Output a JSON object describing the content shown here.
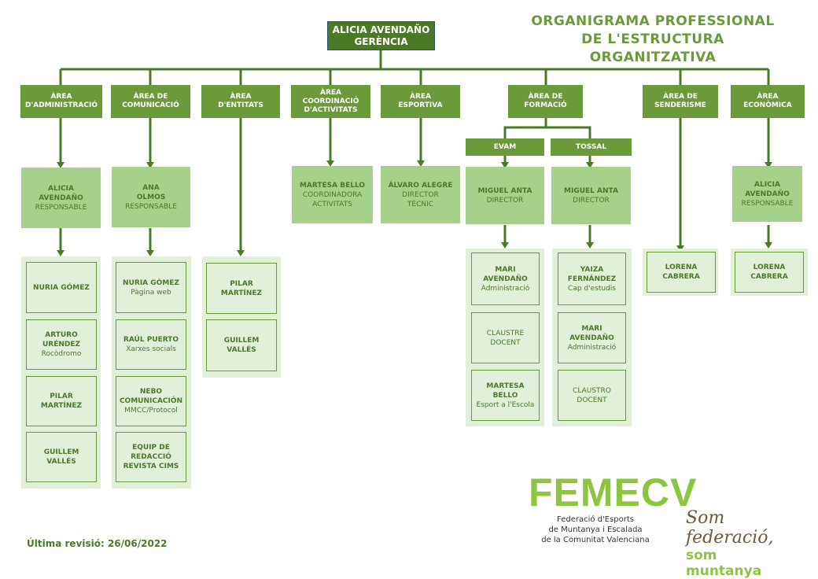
{
  "title": {
    "line1": "ORGANIGRAMA PROFESSIONAL",
    "line2": "DE L'ESTRUCTURA ORGANITZATIVA"
  },
  "top": {
    "name": "ALICIA AVENDAÑO",
    "role": "GERÈNCIA"
  },
  "areas": [
    {
      "l1": "ÀREA",
      "l2": "D'ADMINISTRACIÓ",
      "l3": ""
    },
    {
      "l1": "ÀREA DE",
      "l2": "COMUNICACIÓ",
      "l3": ""
    },
    {
      "l1": "ÀREA",
      "l2": "D'ENTITATS",
      "l3": ""
    },
    {
      "l1": "ÀREA",
      "l2": "COORDINACIÓ",
      "l3": "D'ACTIVITATS"
    },
    {
      "l1": "ÀREA",
      "l2": "ESPORTIVA",
      "l3": ""
    },
    {
      "l1": "ÀREA DE",
      "l2": "FORMACIÓ",
      "l3": ""
    },
    {
      "l1": "ÀREA DE",
      "l2": "SENDERISME",
      "l3": ""
    },
    {
      "l1": "ÀREA",
      "l2": "ECONÒMICA",
      "l3": ""
    }
  ],
  "subareas": {
    "evam": "EVAM",
    "tossal": "TOSSAL"
  },
  "responsibles": [
    {
      "n1": "ALICIA",
      "n2": "AVENDAÑO",
      "r1": "RESPONSABLE",
      "r2": ""
    },
    {
      "n1": "ANA",
      "n2": "OLMOS",
      "r1": "RESPONSABLE",
      "r2": ""
    },
    {
      "n1": "MARTESA BELLO",
      "n2": "",
      "r1": "COORDINADORA",
      "r2": "ACTIVITATS"
    },
    {
      "n1": "ÁLVARO ALEGRE",
      "n2": "",
      "r1": "DIRECTOR",
      "r2": "TÈCNIC"
    },
    {
      "n1": "MIGUEL ANTA",
      "n2": "",
      "r1": "DIRECTOR",
      "r2": ""
    },
    {
      "n1": "MIGUEL ANTA",
      "n2": "",
      "r1": "DIRECTOR",
      "r2": ""
    },
    {
      "n1": "ALICIA",
      "n2": "AVENDAÑO",
      "r1": "RESPONSABLE",
      "r2": ""
    }
  ],
  "staff": {
    "admin": [
      {
        "n1": "NURIA GÓMEZ",
        "n2": "",
        "r": ""
      },
      {
        "n1": "ARTURO",
        "n2": "URÉNDEZ",
        "r": "Rocòdromo"
      },
      {
        "n1": "PILAR MARTÍNEZ",
        "n2": "",
        "r": ""
      },
      {
        "n1": "GUILLEM",
        "n2": "VALLÉS",
        "r": ""
      }
    ],
    "comunicacio": [
      {
        "n1": "NURIA GÓMEZ",
        "n2": "",
        "r": "Pàgina web"
      },
      {
        "n1": "RAÚL PUERTO",
        "n2": "",
        "r": "Xarxes socials"
      },
      {
        "n1": "NEBO",
        "n2": "COMUNICACIÓN",
        "r": "MMCC/Protocol"
      },
      {
        "n1": "EQUIP DE",
        "n2": "REDACCIÓ",
        "r": "REVISTA CIMS"
      }
    ],
    "entitats": [
      {
        "n1": "PILAR MARTÍNEZ",
        "n2": "",
        "r": ""
      },
      {
        "n1": "GUILLEM VALLÉS",
        "n2": "",
        "r": ""
      }
    ],
    "evam": [
      {
        "n1": "MARI",
        "n2": "AVENDAÑO",
        "r": "Administració",
        "plain": false
      },
      {
        "n1": "CLAUSTRE",
        "n2": "DOCENT",
        "r": "",
        "plain": true
      },
      {
        "n1": "MARTESA BELLO",
        "n2": "",
        "r": "Esport a l'Escola",
        "plain": false
      }
    ],
    "tossal": [
      {
        "n1": "YAIZA",
        "n2": "FERNÁNDEZ",
        "r": "Cap d'estudis",
        "plain": false
      },
      {
        "n1": "MARI",
        "n2": "AVENDAÑO",
        "r": "Administració",
        "plain": false
      },
      {
        "n1": "CLAUSTRO",
        "n2": "DOCENT",
        "r": "",
        "plain": true
      }
    ],
    "senderisme": [
      {
        "n1": "LORENA",
        "n2": "CABRERA",
        "r": ""
      }
    ],
    "economica": [
      {
        "n1": "LORENA",
        "n2": "CABRERA",
        "r": ""
      }
    ]
  },
  "footer": {
    "revision": "Última revisió: 26/06/2022"
  },
  "logo": {
    "name": "FEMECV",
    "l1": "Federació d'Esports",
    "l2": "de Muntanya i Escalada",
    "l3": "de la Comunitat Valenciana"
  },
  "slogan": {
    "l1": "Som federació,",
    "l2": "som muntanya"
  },
  "colors": {
    "header": "#6b9a3a",
    "top": "#4a7a28",
    "light": "#a6d18a",
    "panel": "#e2efd9"
  }
}
